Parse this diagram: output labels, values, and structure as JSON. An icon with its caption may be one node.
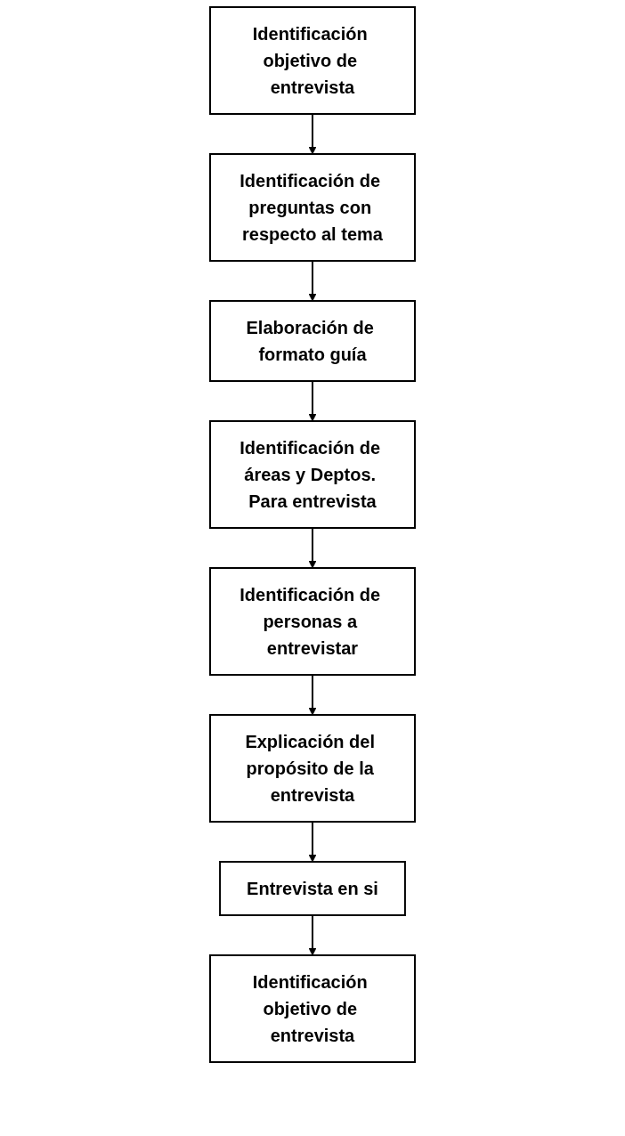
{
  "diagram": {
    "nodes": [
      {
        "text": [
          "Identificación objetivo de entrevista"
        ]
      },
      {
        "text": [
          "Identificación de preguntas con respecto al tema"
        ]
      },
      {
        "text": [
          "Elaboración de formato guía"
        ]
      },
      {
        "text": [
          "Identificación de áreas y Deptos. Para entrevista"
        ]
      },
      {
        "text": [
          "Identificación de personas a entrevistar"
        ]
      },
      {
        "text": [
          "Explicación del propósito de la entrevista"
        ]
      },
      {
        "text": [
          "Entrevista en si"
        ]
      },
      {
        "text": [
          "Identificación objetivo de entrevista"
        ]
      }
    ],
    "edges": [
      {
        "from": 0,
        "to": 1,
        "arrow": "to"
      },
      {
        "from": 1,
        "to": 2,
        "arrow": "to"
      },
      {
        "from": 2,
        "to": 3,
        "arrow": "to"
      },
      {
        "from": 3,
        "to": 4,
        "arrow": "to"
      },
      {
        "from": 4,
        "to": 5,
        "arrow": "to"
      },
      {
        "from": 5,
        "to": 6,
        "arrow": "to"
      },
      {
        "from": 6,
        "to": 7,
        "arrow": "to"
      }
    ]
  }
}
